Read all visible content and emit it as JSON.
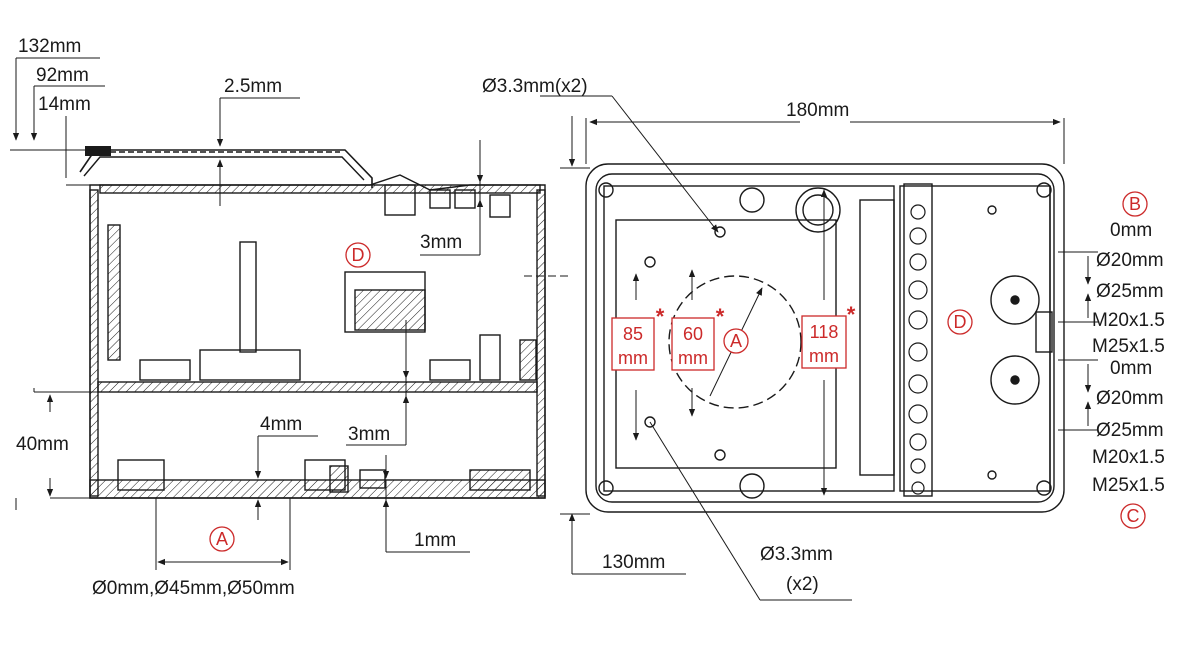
{
  "colors": {
    "line": "#1a1a1a",
    "accent_red": "#cc2a2a",
    "background": "#ffffff"
  },
  "side_view": {
    "dims": {
      "d132": "132mm",
      "d92": "92mm",
      "d14": "14mm",
      "d2_5": "2.5mm",
      "d3_upper": "3mm",
      "d4": "4mm",
      "d3_lower": "3mm",
      "d40": "40mm",
      "d1": "1mm",
      "holes": "Ø0mm,Ø45mm,Ø50mm"
    },
    "markers": {
      "a": "A",
      "d": "D"
    }
  },
  "top_view": {
    "dims": {
      "width": "180mm",
      "height": "130mm",
      "hole_top": "Ø3.3mm(x2)",
      "hole_bottom": "Ø3.3mm",
      "hole_bottom_qty": "(x2)"
    },
    "boxes": {
      "b85_num": "85",
      "b85_unit": "mm",
      "b60_num": "60",
      "b60_unit": "mm",
      "b118_num": "118",
      "b118_unit": "mm",
      "star": "*"
    },
    "markers": {
      "a": "A",
      "d": "D",
      "b": "B",
      "c": "C"
    },
    "right_b": [
      "0mm",
      "Ø20mm",
      "Ø25mm",
      "M20x1.5",
      "M25x1.5"
    ],
    "right_c": [
      "0mm",
      "Ø20mm",
      "Ø25mm",
      "M20x1.5",
      "M25x1.5"
    ]
  }
}
